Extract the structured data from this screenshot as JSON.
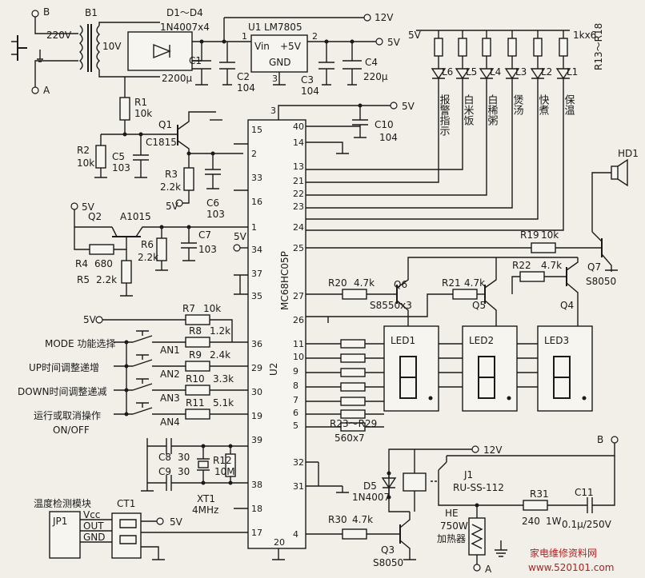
{
  "labels": {
    "term_b": "B",
    "term_a": "A",
    "mains": "220V",
    "b1": "B1",
    "sec": "10V",
    "d1d4": "D1～D4",
    "d_part": "1N4007x4",
    "u1": "U1",
    "u1_part": "LM7805",
    "vin": "Vin",
    "plus5v": "+5V",
    "gnd": "GND",
    "pin1": "1",
    "pin2": "2",
    "pin3": "3",
    "c1": "C1",
    "c1v": "2200μ",
    "c2": "C2",
    "c2v": "104",
    "c3": "C3",
    "c3v": "104",
    "c4": "C4",
    "c4v": "220μ",
    "out12v": "12V",
    "out5v": "5V",
    "r1": "R1",
    "r1v": "10k",
    "r2": "R2",
    "r2v": "10k",
    "c5": "C5",
    "c5v": "103",
    "q1": "Q1",
    "q1p": "C1815",
    "r3": "R3",
    "r3v": "2.2k",
    "c6": "C6",
    "c6v": "103",
    "v5": "5V",
    "q2": "Q2",
    "q2p": "A1015",
    "r4": "R4",
    "r4v": "680",
    "r5": "R5",
    "r5v": "2.2k",
    "r6": "R6",
    "r6v": "2.2k",
    "c7": "C7",
    "c7v": "103",
    "r7": "R7",
    "r7v": "10k",
    "r8": "R8",
    "r8v": "1.2k",
    "r9": "R9",
    "r9v": "2.4k",
    "r10": "R10",
    "r10v": "3.3k",
    "r11": "R11",
    "r11v": "5.1k",
    "an1": "AN1",
    "an2": "AN2",
    "an3": "AN3",
    "an4": "AN4",
    "mode": "MODE 功能选择",
    "up": "UP时间调整递增",
    "down": "DOWN时间调整递减",
    "run": "运行或取消操作",
    "onoff": "ON/OFF",
    "c8": "C8",
    "c8v": "30",
    "c9": "C9",
    "c9v": "30",
    "r12": "R12",
    "r12v": "10M",
    "xt1": "XT1",
    "xt1v": "4MHz",
    "temp": "温度检测模块",
    "jp1": "JP1",
    "ct1": "CT1",
    "vcc": "Vcc",
    "out": "OUT",
    "u2": "U2",
    "u2p": "MC68HC05P",
    "c10": "C10",
    "c10v": "104",
    "l1": "L1",
    "l2": "L2",
    "l3": "L3",
    "l4": "L4",
    "l5": "L5",
    "l6": "L6",
    "ledr": "1kx6",
    "r13r18": "R13～R18",
    "t_l6": "报警指示",
    "t_l5": "白米饭",
    "t_l4": "白稀粥",
    "t_l3": "煲汤",
    "t_l2": "快煮",
    "t_l1": "保温",
    "hd1": "HD1",
    "r19": "R19",
    "r19v": "10k",
    "q7": "Q7",
    "q7p": "S8050",
    "r20": "R20",
    "r20v": "4.7k",
    "r21": "R21",
    "r21v": "4.7k",
    "r22": "R22",
    "r22v": "4.7k",
    "q6": "Q6",
    "q6p": "S8550x3",
    "q5": "Q5",
    "q4": "Q4",
    "led1": "LED1",
    "led2": "LED2",
    "led3": "LED3",
    "r23r29": "R23～R29",
    "r23v": "560x7",
    "d5": "D5",
    "d5p": "1N4007",
    "j1": "J1",
    "j1p": "RU-SS-112",
    "r30": "R30",
    "r30v": "4.7k",
    "q3": "Q3",
    "q3p": "S8050",
    "r31": "R31",
    "r31v": "240",
    "r31w": "1W",
    "c11": "C11",
    "c11v": "0.1μ/250V",
    "he": "HE",
    "hew": "750W",
    "heater": "加热器",
    "watermark": "家电维修资料网",
    "site": "www.520101.com"
  },
  "pins_left": [
    "15",
    "2",
    "33",
    "16",
    "1",
    "34",
    "37",
    "35",
    "36",
    "29",
    "30",
    "19",
    "39",
    "38",
    "18",
    "17"
  ],
  "pins_right": [
    "40",
    "14",
    "13",
    "21",
    "22",
    "23",
    "24",
    "25",
    "27",
    "26",
    "11",
    "10",
    "9",
    "8",
    "7",
    "6",
    "5",
    "32",
    "31",
    "4"
  ],
  "pin_top": "3",
  "pin_bottom": "20"
}
